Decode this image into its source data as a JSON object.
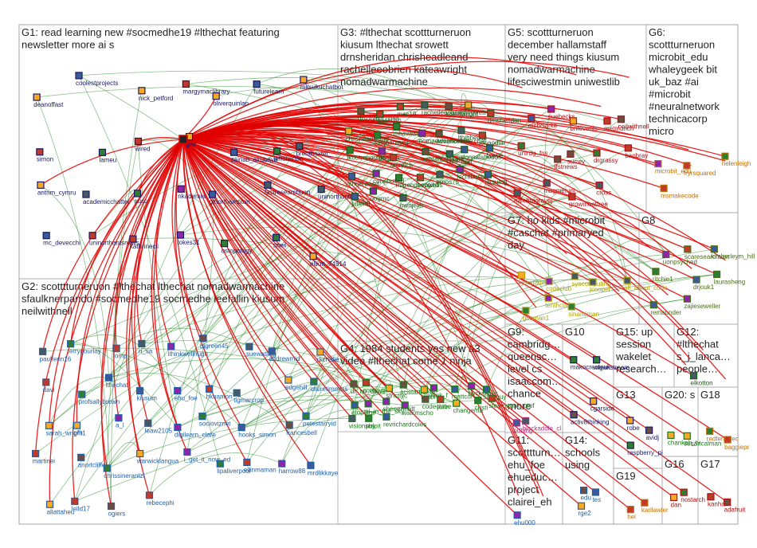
{
  "colors": {
    "G1": "#1a1a66",
    "G2": "#1e5fa8",
    "G3": "#1a5c1a",
    "G4": "#1a7a1a",
    "G5": "#b01010",
    "G6": "#c07000",
    "G7": "#b0a000",
    "G8": "#4b6b1a",
    "G9": "#b0307a",
    "G10": "#1a1a66",
    "G11": "#1e5fa8",
    "G12": "#1a5c1a",
    "G13": "#1a1a66",
    "G14": "#1e5fa8",
    "G15": "#1e5fa8",
    "G16": "#b01010",
    "G17": "#b01010",
    "G18": "#c07000",
    "G19": "#c07000",
    "G20": "#1a7a1a",
    "red_edge": "#e00000",
    "green_edge": "#2a8a2a"
  },
  "groups": [
    {
      "id": "G1",
      "title_lines": [
        "G1: read learning new #socmedhe19 #lthechat featuring",
        "newsletter more ai s"
      ],
      "nodes": [
        "deanoffast",
        "coolestprojects",
        "nick_petford",
        "margymaclibrary",
        "oliverquinlan",
        "futurelearn",
        "mitsukuchatbot",
        "simon",
        "lameu",
        "wired",
        "gwr",
        "zainab_alrubaye",
        "jeffollerton",
        "brentbaxter_",
        "antrim_cymru",
        "academicchatter",
        "succ",
        "nkademia",
        "ginorthampton",
        "fastresearchuon",
        "uninorthants",
        "mc_devecchi",
        "uninorthantsnews",
        "kathrinecli",
        "tokes31",
        "ostopology",
        "sneil",
        "elliott_74514"
      ]
    },
    {
      "id": "G2",
      "title_lines": [
        "G2: scotttturneruon #lthechat lthechat nomadwarmachine",
        "sfaulknerpando #socmedhe19 socmedhe leefallin kiusum",
        "neilwithnell"
      ],
      "nodes": [
        "paulfenn16",
        "terrygourlay",
        "lomp",
        "ri_sa",
        "ithinkwellhugh",
        "bjgreen45",
        "suewatling",
        "andrewmid",
        "rkchalle",
        "davi",
        "profsallybrown",
        "lthechat",
        "kiusum",
        "ehu_foe",
        "hknanton",
        "tigmarcrop",
        "edgehill",
        "clairetimmins",
        "sarah_wright1",
        "pfh",
        "a_l",
        "leaw2105",
        "digilearn_clare",
        "socioviznet",
        "hooks_simon",
        "francesbell",
        "petestarryid",
        "martinei",
        "anortcliffe",
        "chrissinerantzi",
        "warwicklangua",
        "i_get_it_now_ed",
        "lipaliverpool",
        "ellinmaman",
        "harrow88",
        "mrdlikkaye",
        "allattaheu",
        "lelld17",
        "ogiers",
        "rebecephi"
      ]
    },
    {
      "id": "G3",
      "title_lines": [
        "G3: #lthechat scottturneruon",
        "kiusum lthechat srowett",
        "drnsheridan chrisheadleand",
        "rachelleeobrien kateawright",
        "nomadwarmachine"
      ],
      "nodes": [
        "drsophiecomia",
        "adami50",
        "mac19",
        "rachelleeobrien",
        "kateawright",
        "srowett",
        "drnsheridan",
        "chrisheadleand",
        "sirsjaahmed",
        "mhawksey",
        "nomadwarmachine",
        "advanceche_chat",
        "lthibheolai",
        "lenaodlar",
        "fkoutropoulos",
        "dogtrax",
        "artinrich",
        "santanuvasant",
        "niall_perr",
        "donnalahodos",
        "lawrie",
        "chri5rowell",
        "conphused",
        "marendeepwell",
        "bevgibbs",
        "timos75",
        "fechtbuch",
        "jetsumg",
        "julieh8",
        "uogmc",
        "hwnjeler"
      ]
    },
    {
      "id": "G4",
      "title_lines": [
        "G4: 1984 students yes new a3",
        "video #lthechat come 1 ninja"
      ],
      "nodes": [
        "dr_no_daws",
        "computin",
        "strictlyc",
        "scistarborne",
        "kjsict",
        "junk_f",
        "mattcor",
        "beckseli2c",
        "scipiguy",
        "etopiane",
        "pi_in_the_sky",
        "sheeermatt",
        "walkmscho",
        "codeclube",
        "john",
        "changema",
        "cristi",
        "steampunk_prof",
        "visionsby",
        "pulpit",
        "revrichardcoles"
      ]
    },
    {
      "id": "G5",
      "title_lines": [
        "G5: scottturneruon",
        "december hallamstaff",
        "very need things kiusum",
        "nomadwarmachine",
        "lifesciwestmin uniwestlib"
      ],
      "nodes": [
        "msbclarke",
        "suebecks",
        "bnfevents",
        "metmunch",
        "neilwithnell",
        "unirdg_fns",
        "ifstnews",
        "surrey",
        "drgrassy",
        "bapbray",
        "halehmoravej",
        "magmetuni",
        "growmeatfree",
        "cross"
      ]
    },
    {
      "id": "G6",
      "title_lines": [
        "G6:",
        "scottturneruon",
        "microbit_edu",
        "whaleygeek bit",
        "uk_baz #ai",
        "#microbit",
        "#neuralnetwork",
        "technicacorp",
        "micro"
      ],
      "nodes": [
        "microbit_edu",
        "fryrsquared",
        "helenleigh",
        "msmakecode"
      ]
    },
    {
      "id": "G7",
      "title_lines": [
        "G7: ho kids #microbit",
        "#caschat #primaryed",
        "day"
      ],
      "nodes": [
        "kickstarter",
        "codeclub",
        "syscomputing",
        "jcooper",
        "all_about_code",
        "gbaman1",
        "tenthclan",
        "sinantiman"
      ]
    },
    {
      "id": "G8",
      "title_lines": [
        "G8"
      ],
      "nodes": [
        "uonpsyched",
        "scaresearchuon",
        "kimberleym_hill",
        "ritchie1",
        "drjouk1",
        "laurasheng",
        "remaunder",
        "zajieseweller"
      ]
    },
    {
      "id": "G9",
      "title_lines": [
        "G9:",
        "cambridg…",
        "queensc…",
        "level cs",
        "isaaccom…",
        "chance",
        "more"
      ],
      "nodes": [
        "pdhing",
        "blackaddle_cl"
      ]
    },
    {
      "id": "G10",
      "title_lines": [
        "G10"
      ],
      "nodes": [
        "makocreateuk",
        "wiganstream",
        "activ8thinking",
        "cgarside"
      ]
    },
    {
      "id": "G11",
      "title_lines": [
        "G11:",
        "scotttturn…",
        "ehu_foe",
        "ehueduc…",
        "project",
        "clairei_eh"
      ],
      "nodes": [
        "ehu000"
      ]
    },
    {
      "id": "G12",
      "title_lines": [
        "G12:",
        "#lthechat",
        "s_j_lanca…",
        "people…"
      ],
      "nodes": [
        "elkotton"
      ]
    },
    {
      "id": "G13",
      "title_lines": [
        "G13"
      ],
      "nodes": [
        "robe",
        "avidj",
        "raspberry_pi"
      ]
    },
    {
      "id": "G14",
      "title_lines": [
        "G14:",
        "schools",
        "using"
      ],
      "nodes": [
        "edu",
        "tes",
        "rge2"
      ]
    },
    {
      "id": "G15",
      "title_lines": [
        "G15: up",
        "session",
        "wakelet",
        "research…"
      ],
      "nodes": []
    },
    {
      "id": "G16",
      "title_lines": [
        "G16"
      ],
      "nodes": [
        "dan",
        "nostarch"
      ]
    },
    {
      "id": "G17",
      "title_lines": [
        "G17"
      ],
      "nodes": [
        "kanhar",
        "adafruit"
      ]
    },
    {
      "id": "G18",
      "title_lines": [
        "G18"
      ],
      "nodes": [
        "redfernelec",
        "baggiepr"
      ]
    },
    {
      "id": "G19",
      "title_lines": [
        "G19"
      ],
      "nodes": [
        "hel",
        "karilawler"
      ]
    },
    {
      "id": "G20",
      "title_lines": [
        "G20: s"
      ],
      "nodes": [
        "chankah_tv",
        "susancalman"
      ]
    }
  ]
}
